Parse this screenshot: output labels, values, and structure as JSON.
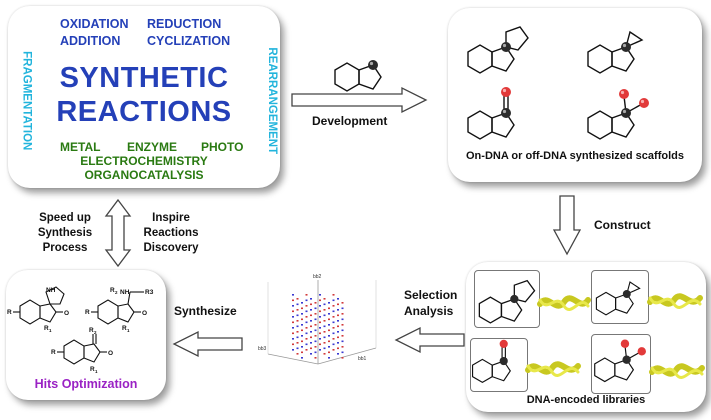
{
  "reactions_panel": {
    "top_words": [
      "OXIDATION",
      "REDUCTION",
      "ADDITION",
      "CYCLIZATION"
    ],
    "side_left": "FRAGMENTATION",
    "side_right": "REARRANGEMENT",
    "main_title_line1": "SYNTHETIC",
    "main_title_line2": "REACTIONS",
    "bottom_words": [
      "METAL",
      "ENZYME",
      "PHOTO"
    ],
    "bottom_line2": "ELECTROCHEMISTRY",
    "bottom_line3": "ORGANOCATALYSIS",
    "colors": {
      "title": "#2440b8",
      "side": "#22b4dc",
      "catalysis": "#2a7a12"
    }
  },
  "arrows": {
    "development": "Development",
    "construct": "Construct",
    "synthesize": "Synthesize",
    "selection_line1": "Selection",
    "selection_line2": "Analysis",
    "speed_up": [
      "Speed up",
      "Synthesis",
      "Process"
    ],
    "inspire": [
      "Inspire",
      "Reactions",
      "Discovery"
    ]
  },
  "scaffolds_panel": {
    "caption": "On-DNA or off-DNA synthesized scaffolds"
  },
  "library_panel": {
    "caption": "DNA-encoded libraries"
  },
  "hits_panel": {
    "caption": "Hits Optimization",
    "labels": {
      "r": "R",
      "r1": "R",
      "r1_sub": "1",
      "r2": "R",
      "r2_sub": "2",
      "r3": "R3",
      "nh": "NH",
      "o": "O",
      "n": "N"
    },
    "caption_color": "#9a22c4"
  },
  "plot_axes": {
    "a": "bb1",
    "b": "bb2",
    "c": "bb3"
  }
}
